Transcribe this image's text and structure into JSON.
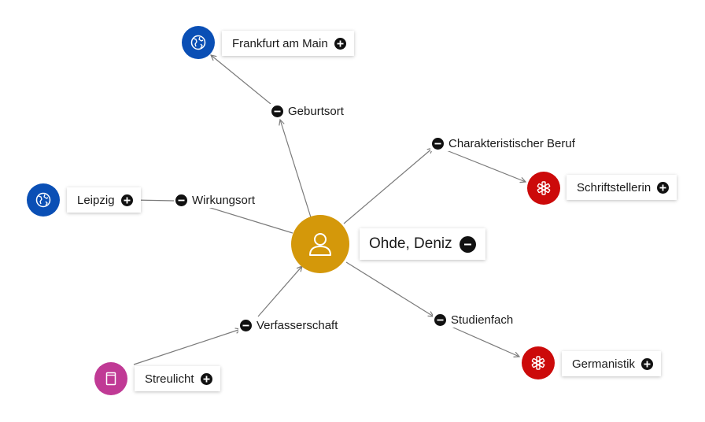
{
  "colors": {
    "person": "#D4980A",
    "place": "#0A4FB5",
    "profession": "#CC0A0A",
    "work": "#C03A95",
    "edge": "#7a7a7a",
    "button": "#111111"
  },
  "nodes": {
    "center": {
      "label": "Ohde, Deniz",
      "icon": "person-icon",
      "button": "minus"
    },
    "frankfurt": {
      "label": "Frankfurt am Main",
      "icon": "globe-icon",
      "button": "plus"
    },
    "leipzig": {
      "label": "Leipzig",
      "icon": "globe-icon",
      "button": "plus"
    },
    "schriftstellerin": {
      "label": "Schriftstellerin",
      "icon": "asterisk-icon",
      "button": "plus"
    },
    "germanistik": {
      "label": "Germanistik",
      "icon": "asterisk-icon",
      "button": "plus"
    },
    "streulicht": {
      "label": "Streulicht",
      "icon": "book-icon",
      "button": "plus"
    }
  },
  "relations": {
    "geburtsort": "Geburtsort",
    "wirkungsort": "Wirkungsort",
    "beruf": "Charakteristischer Beruf",
    "studienfach": "Studienfach",
    "verfasserschaft": "Verfasserschaft"
  }
}
